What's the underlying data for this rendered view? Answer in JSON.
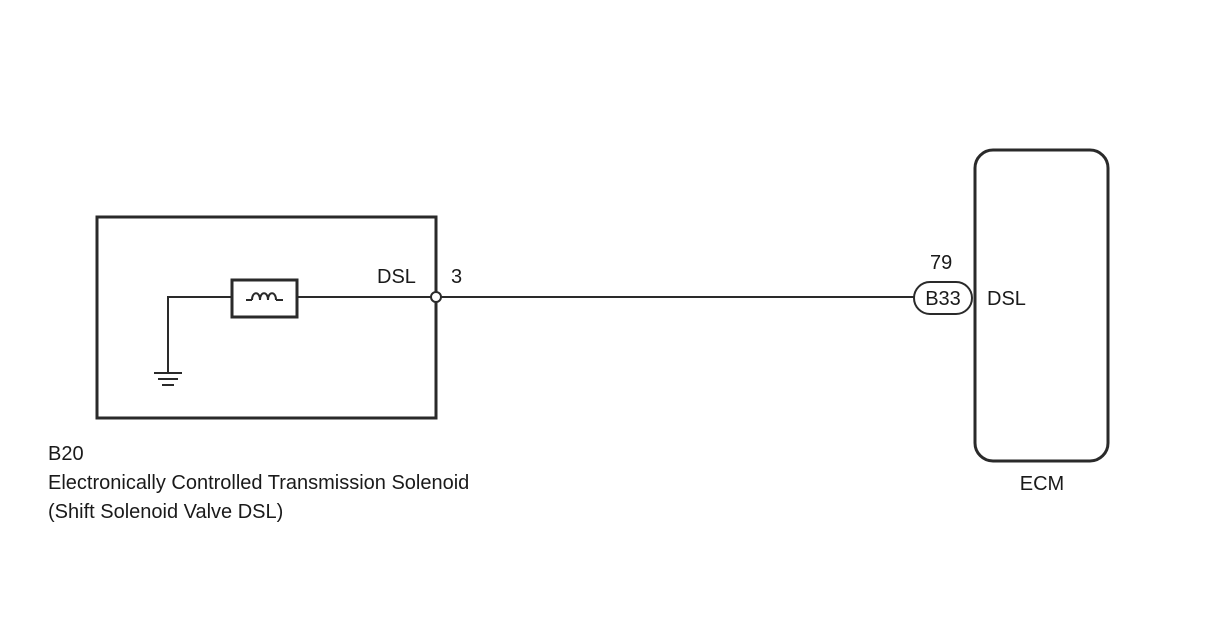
{
  "solenoid": {
    "connector": "B20",
    "name": "Electronically Controlled Transmission Solenoid",
    "subname": "(Shift Solenoid Valve DSL)",
    "pin_label": "DSL",
    "pin_number": "3"
  },
  "ecm": {
    "name": "ECM",
    "connector": "B33",
    "pin_label": "DSL",
    "pin_number": "79"
  }
}
